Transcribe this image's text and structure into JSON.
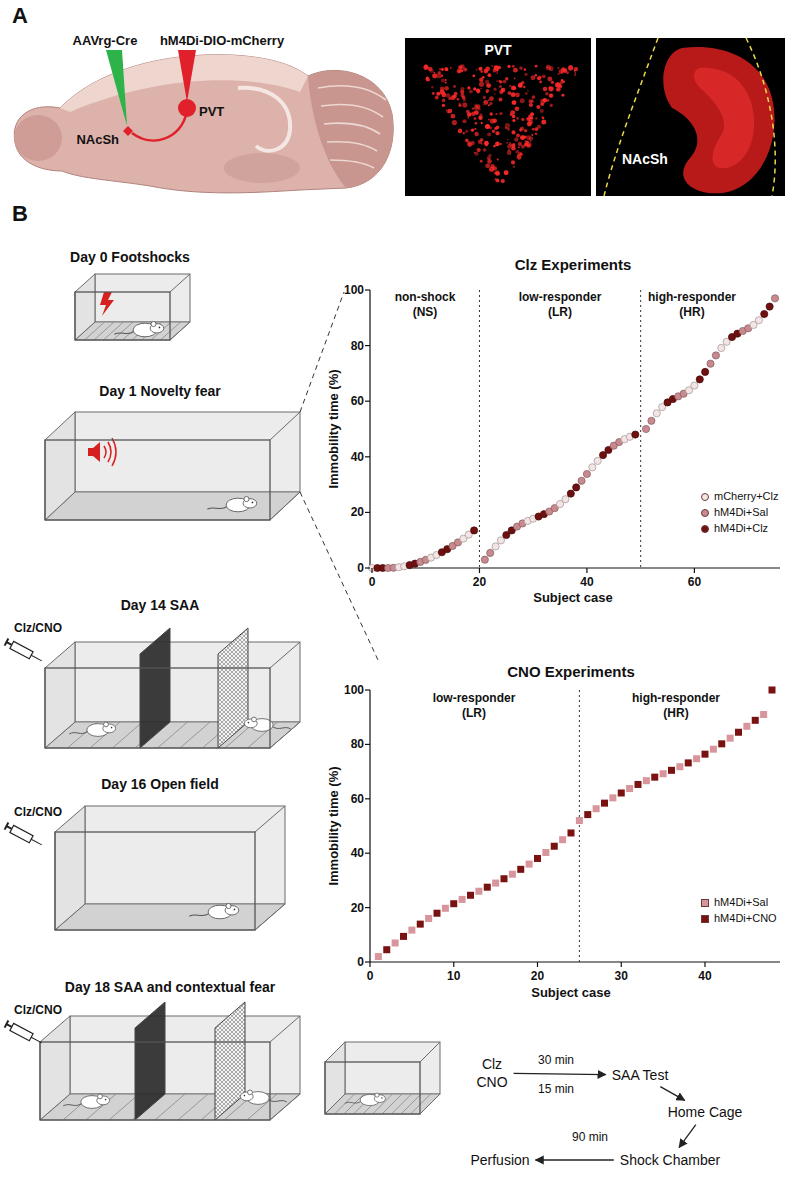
{
  "diagram": {
    "nodes": [
      {
        "text": [
          "PVT"
        ]
      },
      {
        "text": [
          "NAcSh"
        ]
      },
      {
        "text": [
          "Clz CNO"
        ]
      },
      {
        "text": [
          "SAA Test"
        ]
      },
      {
        "text": [
          "Home Cage"
        ]
      },
      {
        "text": [
          "Shock Chamber"
        ]
      },
      {
        "text": [
          "Perfusion"
        ]
      }
    ],
    "edges": [
      {
        "from": 2,
        "to": 3,
        "arrow": "to"
      },
      {
        "from": 3,
        "to": 4,
        "arrow": "to"
      },
      {
        "from": 4,
        "to": 5,
        "arrow": "to"
      },
      {
        "from": 5,
        "to": 6,
        "arrow": "to"
      }
    ],
    "labels": [
      "A",
      "AAVrg-Cre",
      "hM4Di-DIO-mCherry",
      "NAcSh",
      "PVT",
      "B",
      "Day 0 Footshocks",
      "Day 1 Novelty fear",
      "Day 14 SAA",
      "Clz/CNO",
      "Day 16 Open field",
      "Clz/CNO",
      "Day 18 SAA and contextual fear",
      "Clz/CNO",
      "Clz Experiments",
      "non-shock (NS)",
      "low-responder (LR)",
      "high-responder (HR)",
      "100",
      "80",
      "60",
      "40",
      "20",
      "0",
      "Immobility time (%)",
      "0",
      "20",
      "40",
      "60",
      "Subject case",
      "CNO Experiments",
      "low-responder (LR)",
      "high-responder (HR)",
      "100",
      "80",
      "60",
      "40",
      "20",
      "0",
      "Immobility time (%)",
      "0",
      "10",
      "20",
      "30",
      "40",
      "Subject case",
      "30 min",
      "15 min",
      "90 min"
    ],
    "legend": [
      {
        "text": "mCherry+Clz",
        "color": "#f4e4e4"
      },
      {
        "text": "hM4Di+Sal",
        "color": "#c98a8f"
      },
      {
        "text": "hM4Di+Clz",
        "color": "#6e1010"
      },
      {
        "text": "hM4Di+Sal",
        "color": "#d8959b"
      },
      {
        "text": "hM4Di+CNO",
        "color": "#7a1212"
      }
    ]
  }
}
